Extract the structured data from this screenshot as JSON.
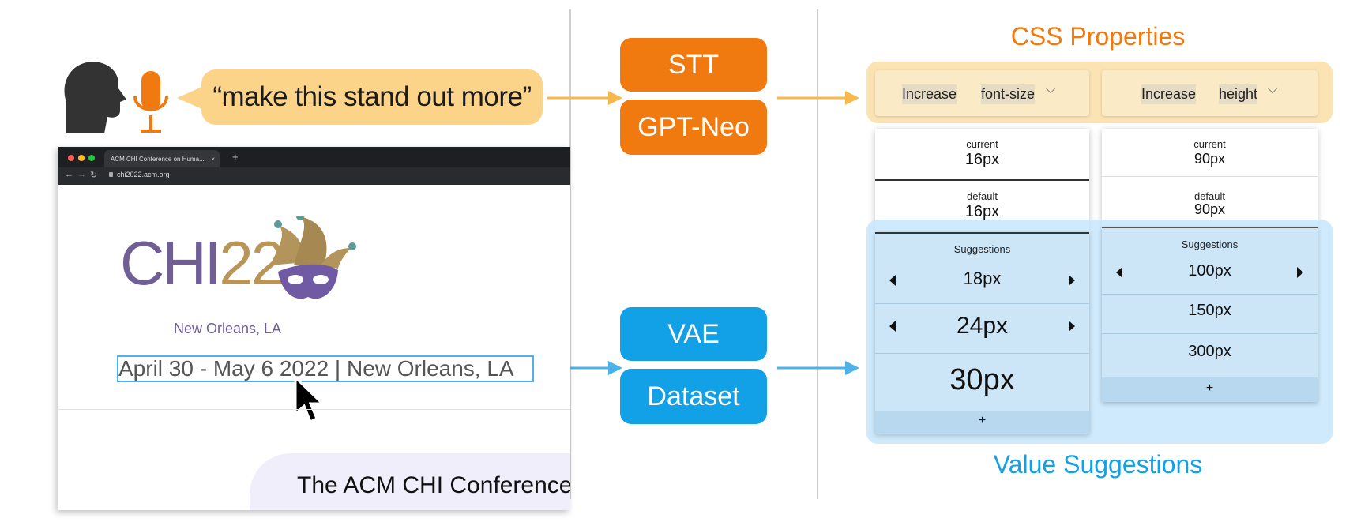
{
  "quote": "“make this stand out more”",
  "pipeline": {
    "top_pills": [
      "STT",
      "GPT-Neo"
    ],
    "bottom_pills": [
      "VAE",
      "Dataset"
    ]
  },
  "browser": {
    "tab_title": "ACM CHI Conference on Huma...",
    "url": "chi2022.acm.org",
    "logo_text": "CHI22",
    "logo_sub": "New Orleans, LA",
    "date_location": "April 30 - May 6 2022 | New Orleans, LA",
    "banner_text": "The ACM CHI Conference"
  },
  "css_properties": {
    "title": "CSS Properties",
    "properties": [
      {
        "action": "Increase",
        "property": "font-size",
        "current_label": "current",
        "current": "16px",
        "default_label": "default",
        "default": "16px"
      },
      {
        "action": "Increase",
        "property": "height",
        "current_label": "current",
        "current": "90px",
        "default_label": "default",
        "default": "90px"
      }
    ]
  },
  "value_suggestions": {
    "title": "Value Suggestions",
    "label": "Suggestions",
    "columns": [
      {
        "values": [
          "18px",
          "24px",
          "30px"
        ],
        "add": "+"
      },
      {
        "values": [
          "100px",
          "150px",
          "300px"
        ],
        "add": "+"
      }
    ]
  },
  "colors": {
    "orange": "#f07a0f",
    "blue": "#12a0e6",
    "quote_bg": "#fbd489",
    "properties_panel": "#fbe3b4",
    "suggestions_panel": "#c7e6fb"
  }
}
